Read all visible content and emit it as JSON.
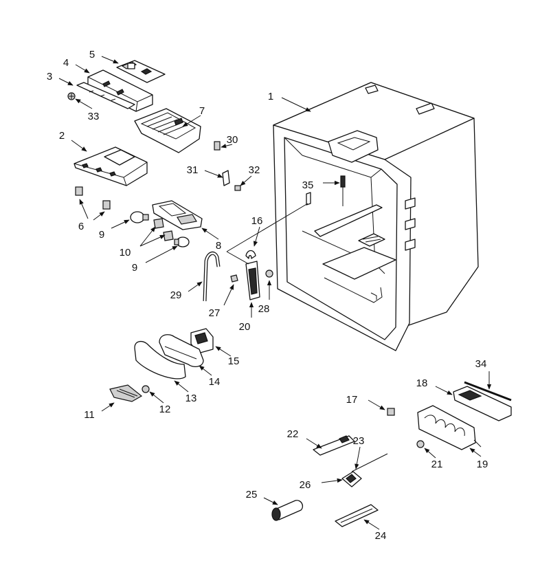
{
  "diagram": {
    "type": "exploded-parts-diagram",
    "background_color": "#ffffff",
    "line_color": "#111111",
    "callouts": [
      {
        "id": "c1",
        "text": "1"
      },
      {
        "id": "c2",
        "text": "2"
      },
      {
        "id": "c3",
        "text": "3"
      },
      {
        "id": "c4",
        "text": "4"
      },
      {
        "id": "c5",
        "text": "5"
      },
      {
        "id": "c6",
        "text": "6"
      },
      {
        "id": "c7",
        "text": "7"
      },
      {
        "id": "c8",
        "text": "8"
      },
      {
        "id": "c9a",
        "text": "9"
      },
      {
        "id": "c9b",
        "text": "9"
      },
      {
        "id": "c10",
        "text": "10"
      },
      {
        "id": "c11",
        "text": "11"
      },
      {
        "id": "c12",
        "text": "12"
      },
      {
        "id": "c13",
        "text": "13"
      },
      {
        "id": "c14",
        "text": "14"
      },
      {
        "id": "c15",
        "text": "15"
      },
      {
        "id": "c16",
        "text": "16"
      },
      {
        "id": "c17",
        "text": "17"
      },
      {
        "id": "c18",
        "text": "18"
      },
      {
        "id": "c19",
        "text": "19"
      },
      {
        "id": "c20",
        "text": "20"
      },
      {
        "id": "c21",
        "text": "21"
      },
      {
        "id": "c22",
        "text": "22"
      },
      {
        "id": "c23",
        "text": "23"
      },
      {
        "id": "c24",
        "text": "24"
      },
      {
        "id": "c25",
        "text": "25"
      },
      {
        "id": "c26",
        "text": "26"
      },
      {
        "id": "c27",
        "text": "27"
      },
      {
        "id": "c28",
        "text": "28"
      },
      {
        "id": "c29",
        "text": "29"
      },
      {
        "id": "c30",
        "text": "30"
      },
      {
        "id": "c31",
        "text": "31"
      },
      {
        "id": "c32",
        "text": "32"
      },
      {
        "id": "c33",
        "text": "33"
      },
      {
        "id": "c34",
        "text": "34"
      },
      {
        "id": "c35",
        "text": "35"
      }
    ]
  }
}
